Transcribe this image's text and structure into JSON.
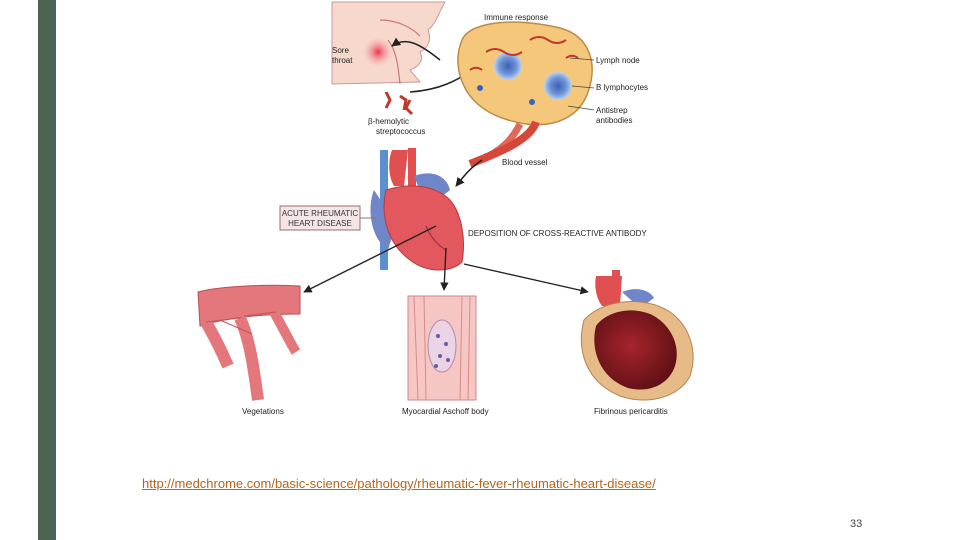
{
  "slide": {
    "source_link": "http://medchrome.com/basic-science/pathology/rheumatic-fever-rheumatic-heart-disease/",
    "page_number": "33",
    "accent_color": "#4a6353"
  },
  "diagram": {
    "labels": {
      "sore_throat_1": "Sore",
      "sore_throat_2": "throat",
      "immune_response": "Immune response",
      "lymph_node": "Lymph node",
      "b_lymphocytes": "B lymphocytes",
      "antistrep_1": "Antistrep",
      "antistrep_2": "antibodies",
      "streptococcus_1": "β-hemolytic",
      "streptococcus_2": "streptococcus",
      "blood_vessel": "Blood vessel",
      "acute_box_1": "ACUTE RHEUMATIC",
      "acute_box_2": "HEART DISEASE",
      "deposition": "DEPOSITION OF CROSS-REACTIVE ANTIBODY",
      "vegetations": "Vegetations",
      "aschoff": "Myocardial Aschoff body",
      "pericarditis": "Fibrinous pericarditis"
    }
  }
}
